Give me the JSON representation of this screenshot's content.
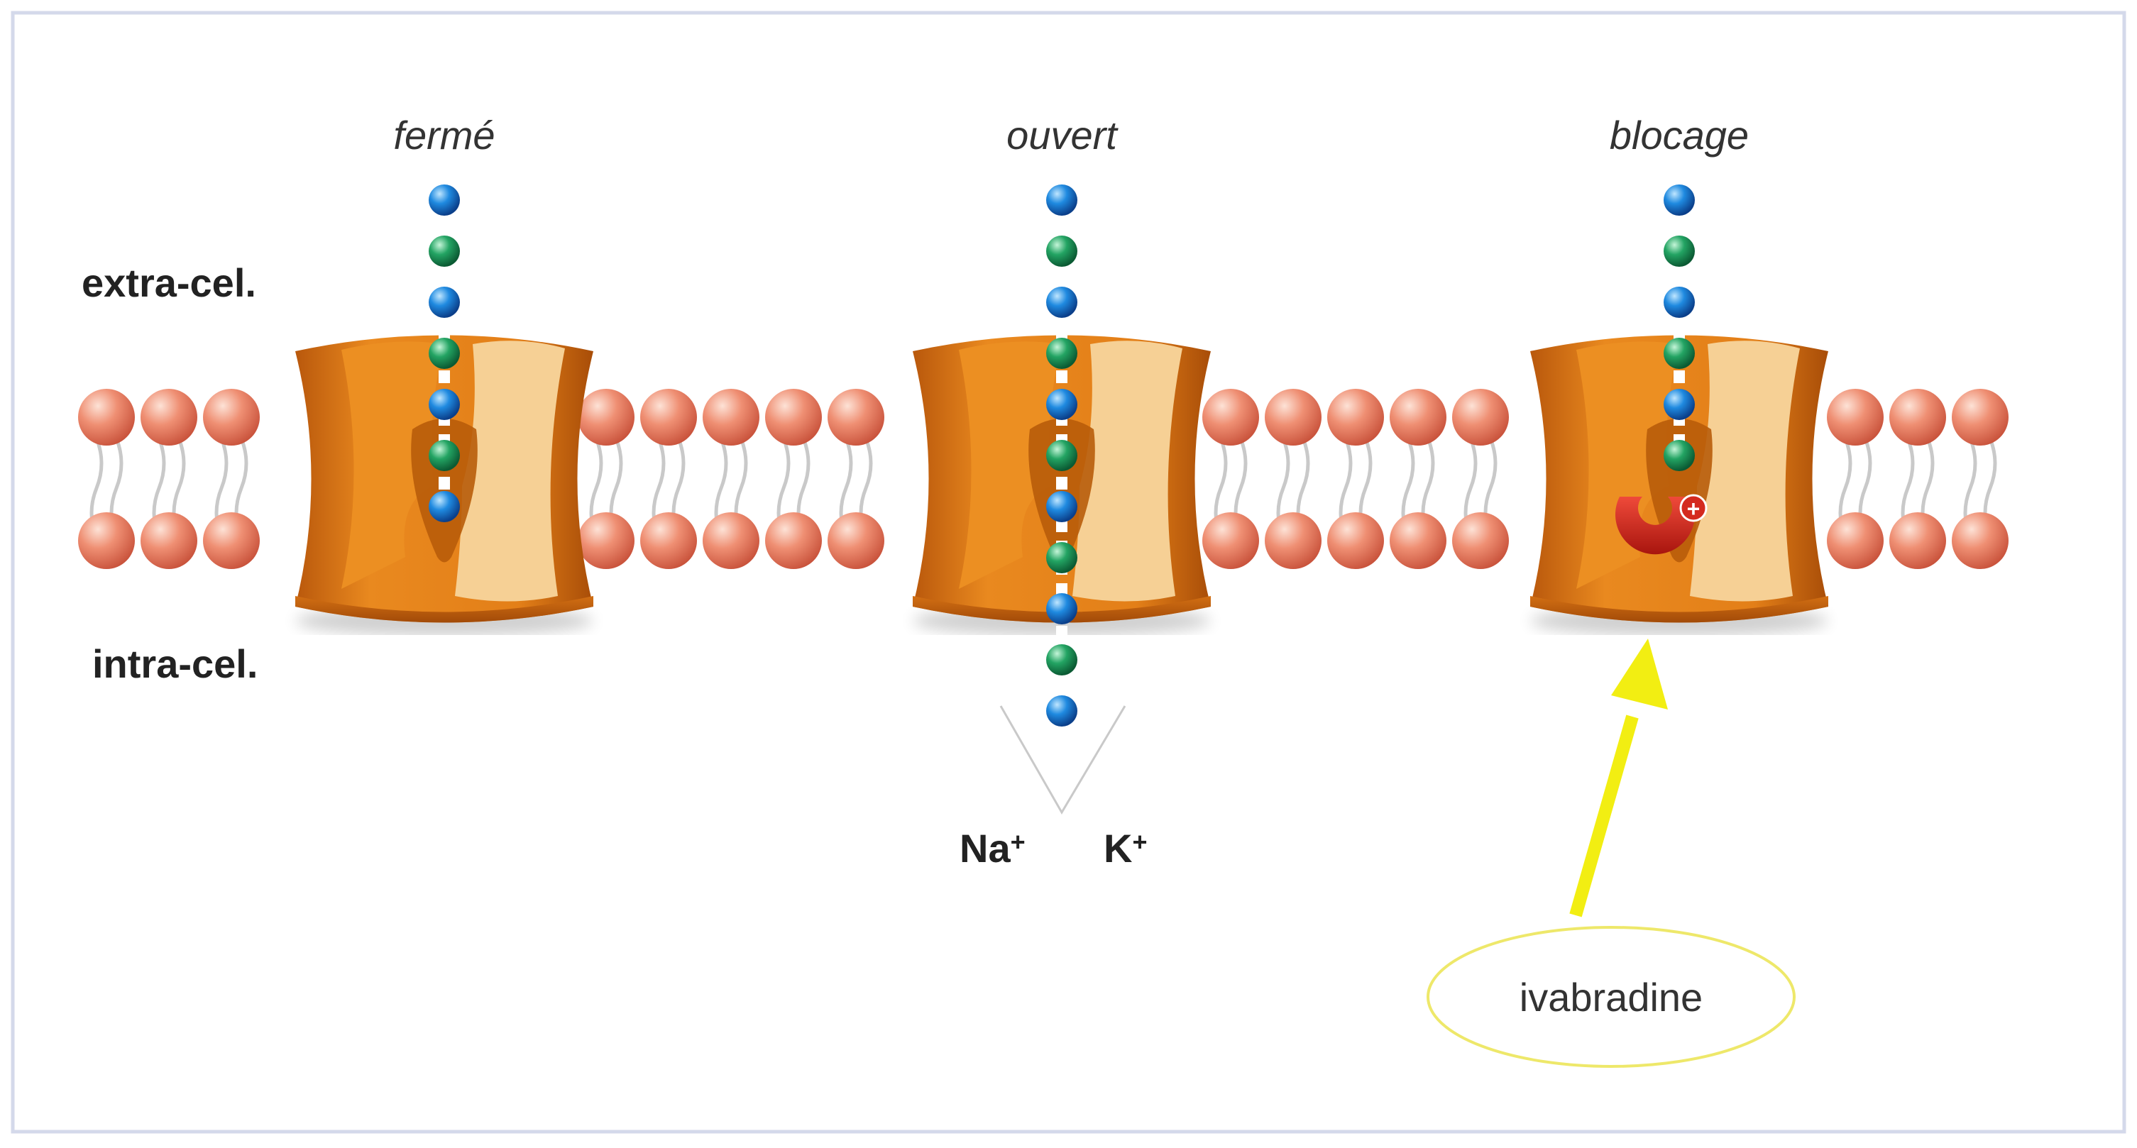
{
  "states": {
    "closed": "fermé",
    "open": "ouvert",
    "blocked": "blocage"
  },
  "sides": {
    "extra": "extra-cel.",
    "intra": "intra-cel."
  },
  "ions": {
    "na": "Na",
    "k": "K",
    "charge": "+"
  },
  "drug": {
    "name": "ivabradine",
    "charge": "+"
  },
  "colors": {
    "frame": "#d4d9ea",
    "lipid_head": "#e9765a",
    "channel_dark": "#c2620f",
    "channel_mid": "#e88a22",
    "channel_light": "#f5d08f",
    "ion_blue": "#1f73c8",
    "ion_green": "#1e8f55",
    "drug_red": "#d42a1f",
    "arrow_yellow": "#f2ee12",
    "ellipse_stroke": "#eee86a"
  }
}
